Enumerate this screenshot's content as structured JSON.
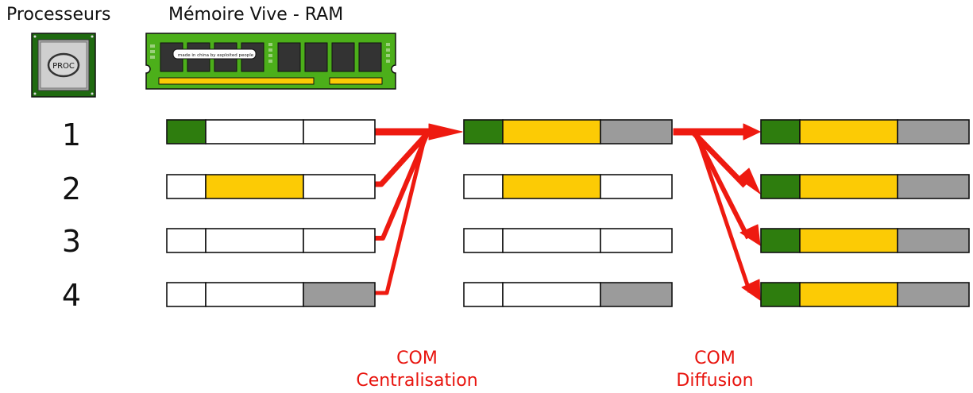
{
  "headers": {
    "processors": "Processeurs",
    "ram": "Mémoire Vive - RAM"
  },
  "chip_label": "PROC",
  "ram_label": "made in china by exploited people",
  "processor_rows": [
    "1",
    "2",
    "3",
    "4"
  ],
  "colors": {
    "green": "#2e7d0e",
    "yellow": "#fccb05",
    "gray": "#9b9b9b",
    "white": "#ffffff",
    "arrow": "#ee1a10",
    "border": "#111111"
  },
  "stages": [
    {
      "name": "before",
      "rows": [
        [
          "green",
          "white",
          "white"
        ],
        [
          "white",
          "yellow",
          "white"
        ],
        [
          "white",
          "white",
          "white"
        ],
        [
          "white",
          "white",
          "gray"
        ]
      ]
    },
    {
      "name": "after-centralisation",
      "rows": [
        [
          "green",
          "yellow",
          "gray"
        ],
        [
          "white",
          "yellow",
          "white"
        ],
        [
          "white",
          "white",
          "white"
        ],
        [
          "white",
          "white",
          "gray"
        ]
      ]
    },
    {
      "name": "after-diffusion",
      "rows": [
        [
          "green",
          "yellow",
          "gray"
        ],
        [
          "green",
          "yellow",
          "gray"
        ],
        [
          "green",
          "yellow",
          "gray"
        ],
        [
          "green",
          "yellow",
          "gray"
        ]
      ]
    }
  ],
  "com_labels": [
    {
      "line1": "COM",
      "line2": "Centralisation"
    },
    {
      "line1": "COM",
      "line2": "Diffusion"
    }
  ]
}
